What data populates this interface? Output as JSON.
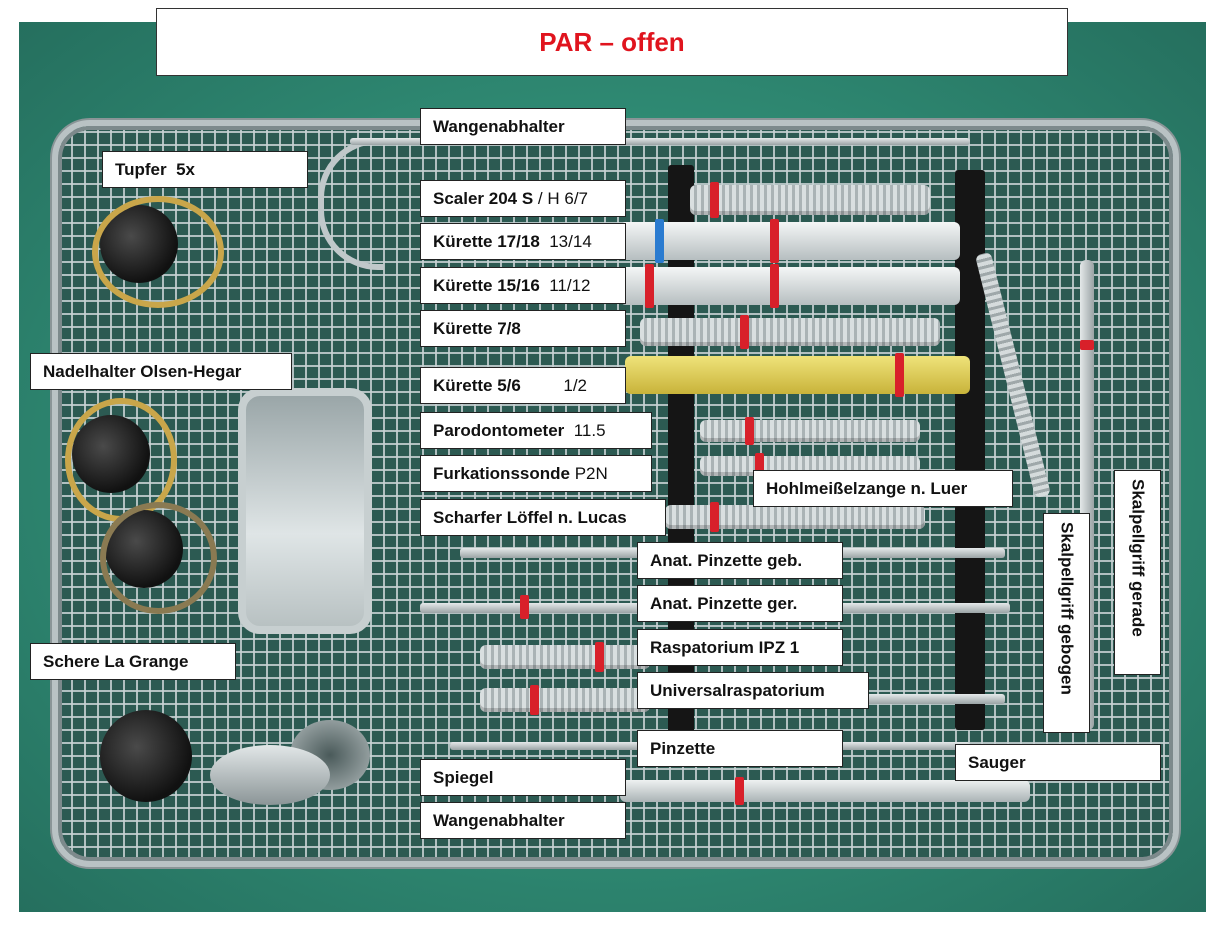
{
  "title": "PAR – offen",
  "colors": {
    "title": "#e0141e",
    "drape": "#2f8a73",
    "band": "#d8202a"
  },
  "labels": {
    "wangenabhalter_top": "Wangenabhalter",
    "tupfer": "Tupfer  5x",
    "scaler": {
      "bold": "Scaler 204 S",
      "normal": " / H 6/7"
    },
    "kurette_1718": {
      "bold": "Kürette 17/18",
      "normal": "  13/14"
    },
    "kurette_1516": {
      "bold": "Kürette 15/16",
      "normal": "  11/12"
    },
    "kurette_78": "Kürette 7/8",
    "nadelhalter": "Nadelhalter Olsen-Hegar",
    "kurette_56": {
      "bold": "Kürette 5/6",
      "normal": "         1/2"
    },
    "parodontometer": {
      "bold": "Parodontometer",
      "normal": "  11.5"
    },
    "furkationssonde": {
      "bold": "Furkationssonde",
      "normal": " P2N"
    },
    "hohlmeissel": "Hohlmeißelzange n. Luer",
    "scharfer_loffel": "Scharfer Löffel n. Lucas",
    "anat_geb": "Anat. Pinzette geb.",
    "anat_ger": "Anat. Pinzette ger.",
    "raspatorium": "Raspatorium IPZ 1",
    "universal": "Universalraspatorium",
    "schere": "Schere La Grange",
    "pinzette": "Pinzette",
    "spiegel": "Spiegel",
    "sauger": "Sauger",
    "wangenabhalter_bottom": "Wangenabhalter",
    "skalpell_gebogen": "Skalpellgriff gebogen",
    "skalpell_gerade": "Skalpellgriff gerade"
  }
}
